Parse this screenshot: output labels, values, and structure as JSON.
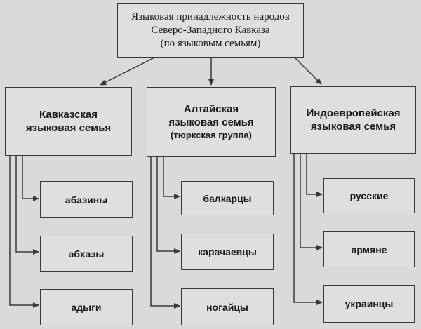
{
  "root": {
    "lines": [
      "Языковая принадлежность народов",
      "Северо-Западного Кавказа",
      "(по языковым семьям)"
    ]
  },
  "families": [
    {
      "lines": [
        "Кавказская",
        "языковая семья"
      ],
      "sub": "",
      "peoples": [
        "абазины",
        "абхазы",
        "адыги"
      ]
    },
    {
      "lines": [
        "Алтайская",
        "языковая семья"
      ],
      "sub": "(тюркская группа)",
      "peoples": [
        "балкарцы",
        "карачаевцы",
        "ногайцы"
      ]
    },
    {
      "lines": [
        "Индоевропейская",
        "языковая семья"
      ],
      "sub": "",
      "peoples": [
        "русские",
        "армяне",
        "украинцы"
      ]
    }
  ],
  "colors": {
    "line": "#3a3a3a",
    "box_fill": "#dedfe0",
    "background": "#d9dadb"
  }
}
